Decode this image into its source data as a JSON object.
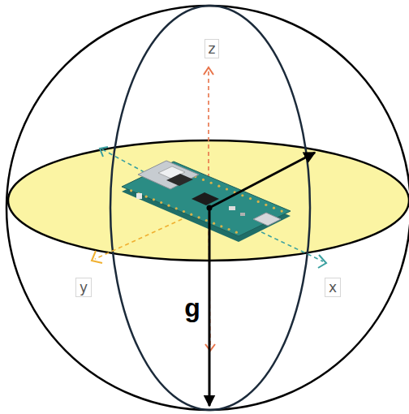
{
  "diagram": {
    "labels": [
      "z",
      "y",
      "x",
      "g"
    ]
  }
}
